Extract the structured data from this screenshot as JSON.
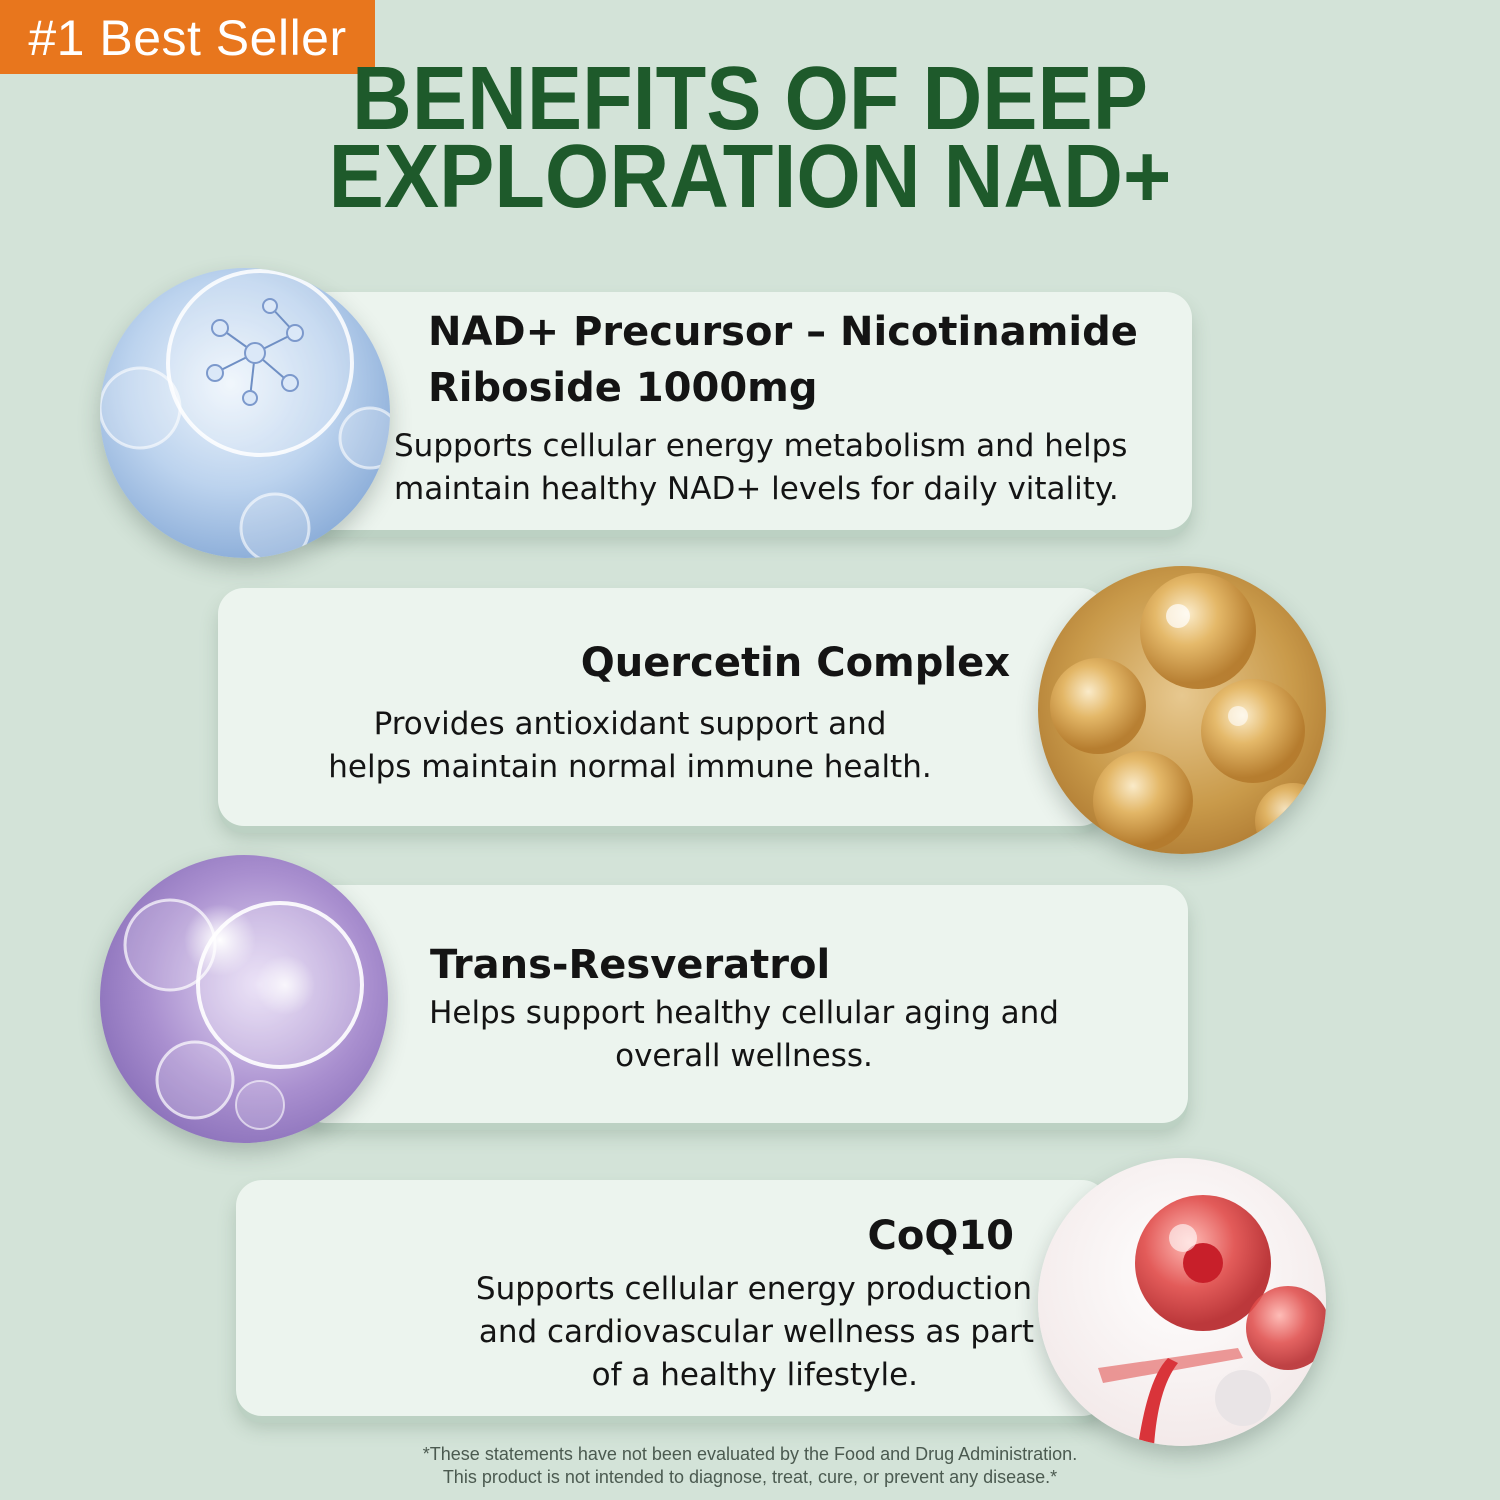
{
  "badge": {
    "label": "#1 Best Seller",
    "color": "#e8761d"
  },
  "headline": {
    "line1": "BENEFITS OF DEEP",
    "line2": "EXPLORATION NAD+",
    "color": "#1e5a2b"
  },
  "benefits": [
    {
      "title_line1": "NAD+ Precursor – Nicotinamide",
      "title_line2": "Riboside 1000mg",
      "desc_line1": "Supports cellular energy metabolism and helps",
      "desc_line2": "maintain healthy NAD+ levels for daily vitality.",
      "icon": "molecule-bubble-icon",
      "accent": "#a9c6e6"
    },
    {
      "title": "Quercetin Complex",
      "desc_line1": "Provides antioxidant support and",
      "desc_line2": "helps maintain normal immune health.",
      "icon": "golden-capsules-icon",
      "accent": "#c99a4a"
    },
    {
      "title": "Trans-Resveratrol",
      "desc_line1": "Helps support healthy cellular aging and",
      "desc_line2": "overall wellness.",
      "icon": "purple-bubbles-icon",
      "accent": "#a98fcf"
    },
    {
      "title": "CoQ10",
      "desc_line1": "Supports cellular energy production",
      "desc_line2": "and cardiovascular wellness as part",
      "desc_line3": "of a healthy lifestyle.",
      "icon": "red-droplet-icon",
      "accent": "#e04a48"
    }
  ],
  "disclaimer": {
    "line1": "*These statements have not been evaluated by the Food and Drug Administration.",
    "line2": "This product is not intended to diagnose, treat, cure, or prevent any disease.*"
  }
}
